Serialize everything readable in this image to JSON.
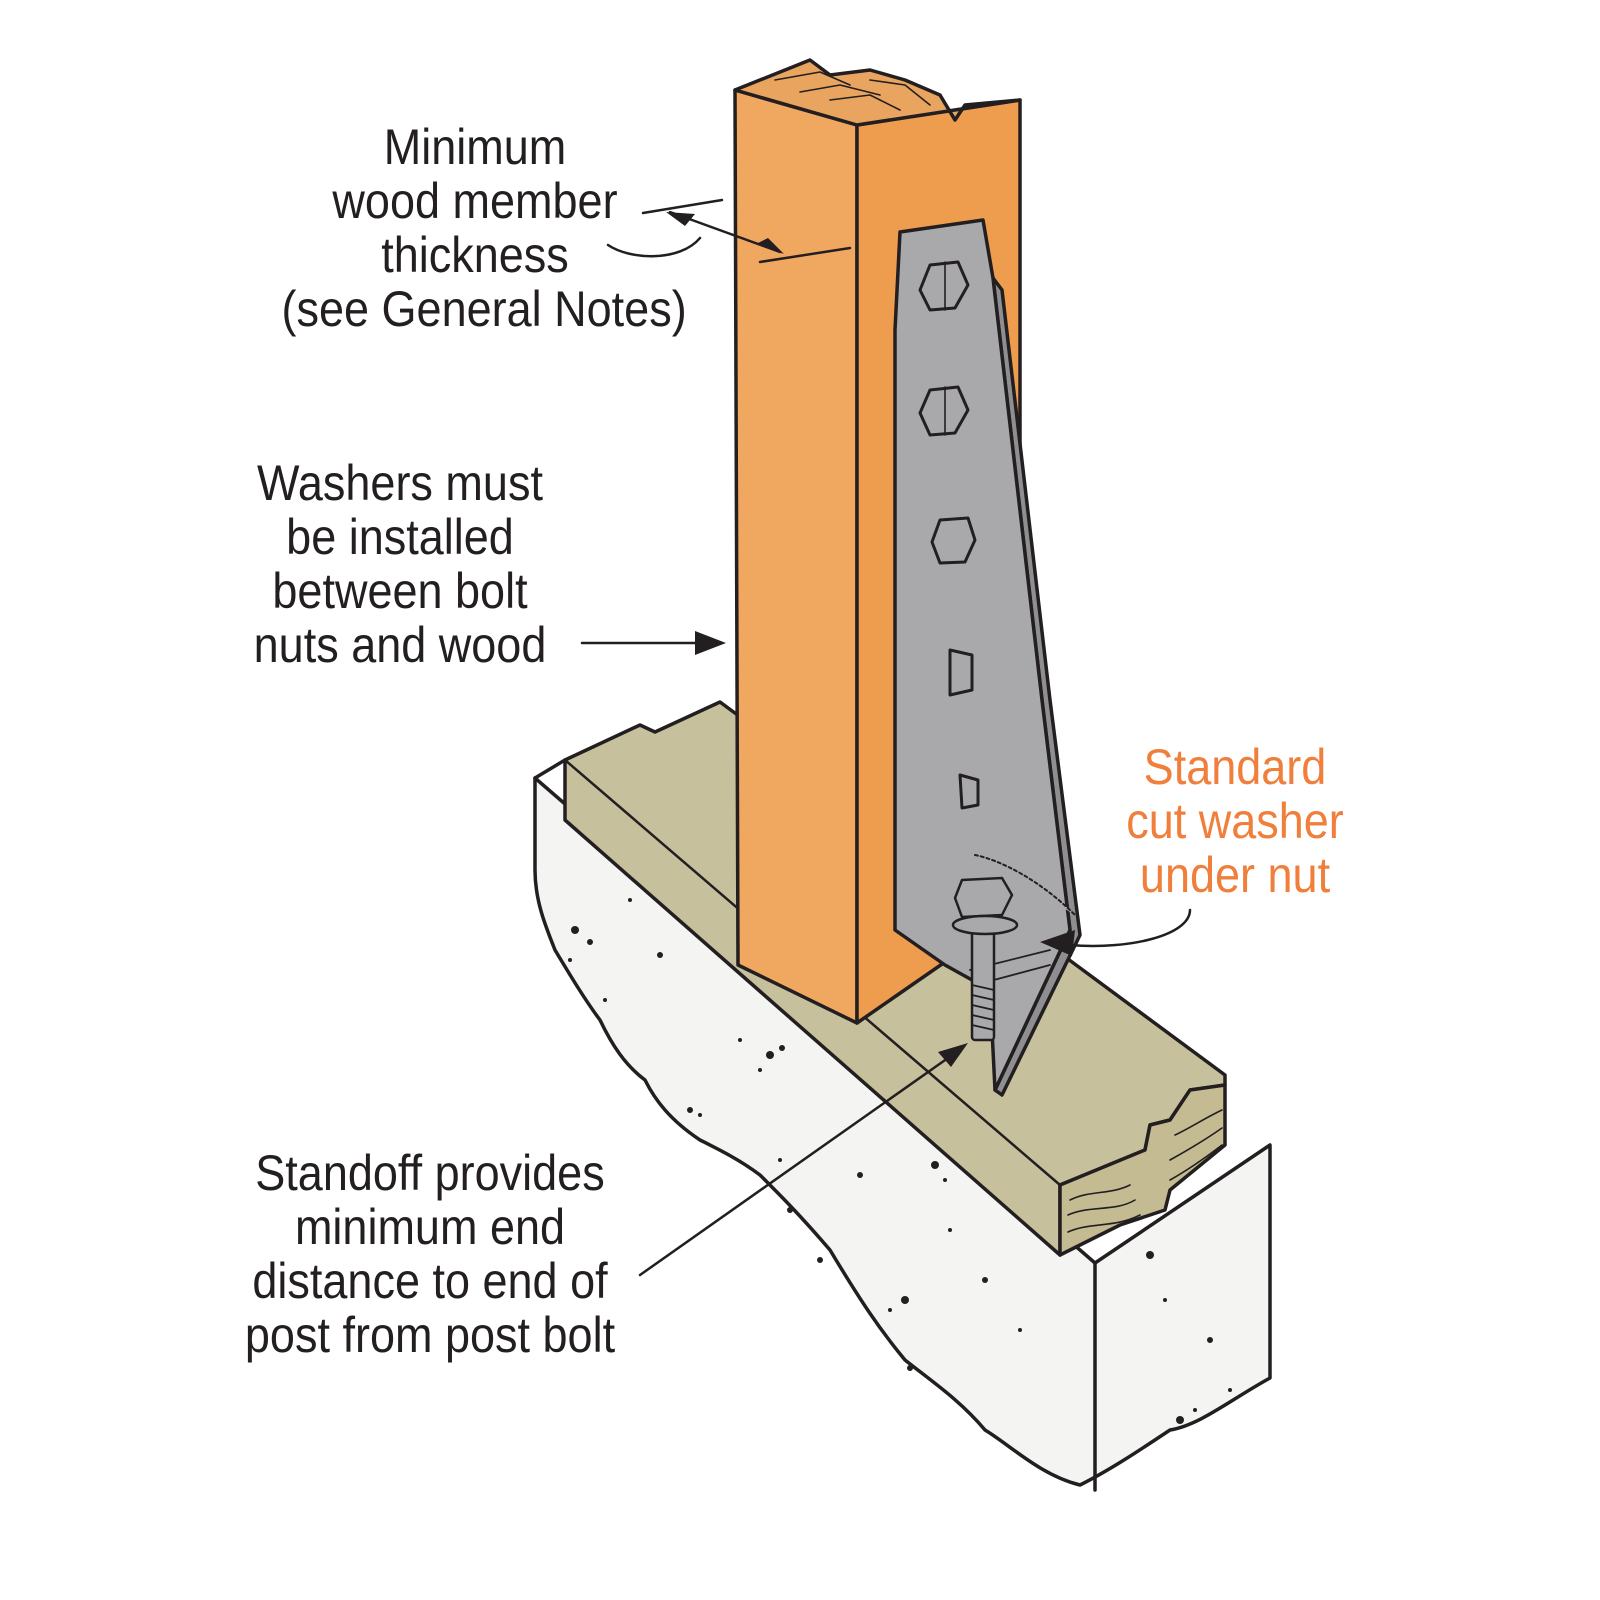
{
  "title": "",
  "colors": {
    "post": "#f0a861",
    "post_side": "#ee9d4f",
    "post_top": "#e9a560",
    "sill": "#c7c09d",
    "sill_end": "#c4bb92",
    "concrete": "#f4f4f3",
    "bracket": "#a9a9ac",
    "bracket_edge": "#8f8f92",
    "outline": "#231f20",
    "callout_accent": "#f07f3c"
  },
  "icons": [
    "hex-nut-icon",
    "arrowhead-icon"
  ],
  "callouts": {
    "wood_thickness": [
      "Minimum",
      "wood member",
      "thickness",
      "(see General Notes)"
    ],
    "washers": [
      "Washers must",
      "be installed",
      "between bolt",
      "nuts and wood"
    ],
    "cut_washer": [
      "Standard",
      "cut washer",
      "under nut"
    ],
    "standoff": [
      "Standoff provides",
      "minimum end",
      "distance to end of",
      "post from post bolt"
    ]
  }
}
